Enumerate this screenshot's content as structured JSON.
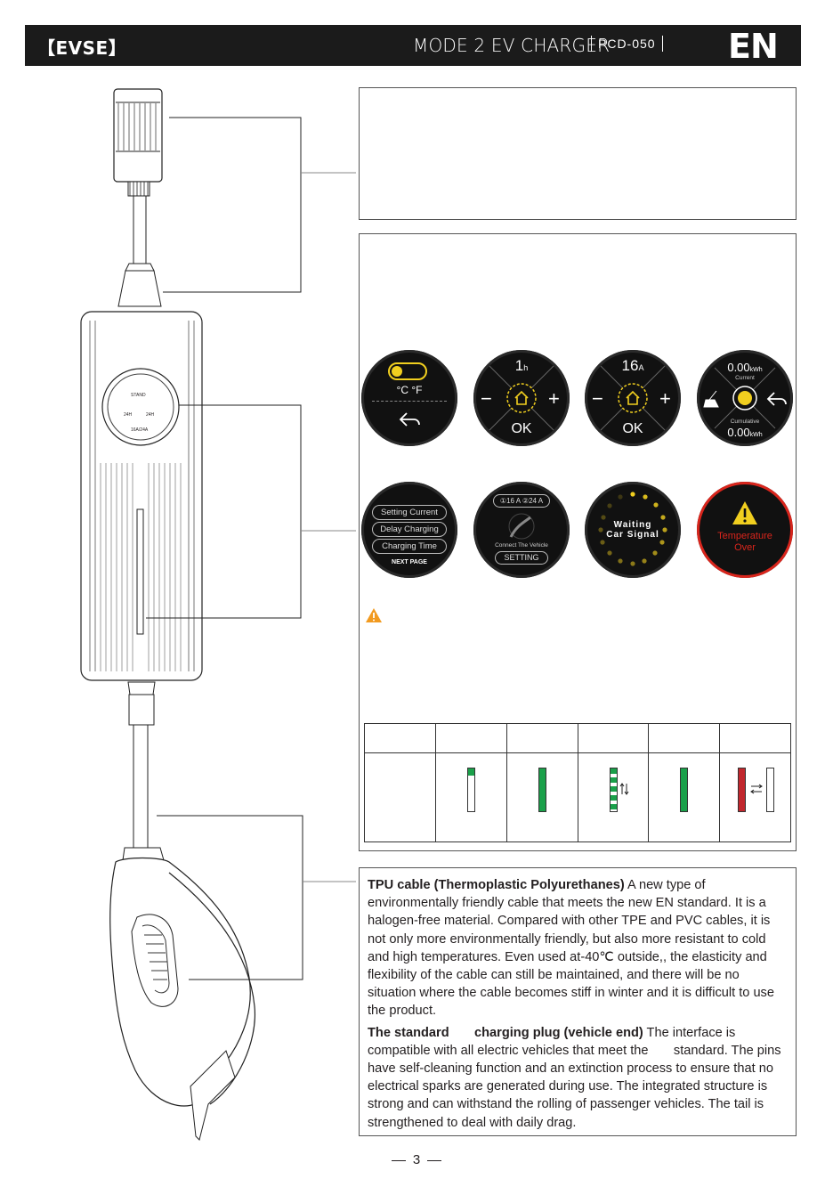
{
  "header": {
    "brand": "【EVSE】",
    "title": "MODE 2 EV CHARGER",
    "model": "PCD-050",
    "language": "EN"
  },
  "controller": {
    "button_top": "STAND",
    "button_left": "24H",
    "button_right": "24H",
    "button_bottom": "16A/24A"
  },
  "screens": {
    "s1": {
      "toggle_label": "°C   °F"
    },
    "s2": {
      "value": "1",
      "unit": "h",
      "minus": "−",
      "plus": "+",
      "ok": "OK"
    },
    "s3": {
      "value": "16",
      "unit": "A",
      "minus": "−",
      "plus": "+",
      "ok": "OK"
    },
    "s4": {
      "top_value": "0.00",
      "top_unit": "kWh",
      "top_label": "Current",
      "bottom_label": "Cumulative",
      "bottom_value": "0.00",
      "bottom_unit": "kWh"
    },
    "s5": {
      "items": [
        "Setting Current",
        "Delay Charging",
        "Charging Time"
      ],
      "footer": "NEXT PAGE"
    },
    "s6": {
      "options": "①16 A  ②24 A",
      "caption": "Connect The Vehicle",
      "button": "SETTING"
    },
    "s7": {
      "line1": "Waiting",
      "line2": "Car Signal"
    },
    "s8": {
      "line1": "Temperature",
      "line2": "Over"
    }
  },
  "colors": {
    "header_bg": "#1b1b1b",
    "accent_yellow": "#f1cf1f",
    "warning_orange": "#f29a1f",
    "indicator_green": "#1aa04a",
    "indicator_red": "#c1272d",
    "alert_red": "#d9251c"
  },
  "icons": [
    "warning-icon",
    "home-icon",
    "back-arrow-icon",
    "broom-icon",
    "plug-hand-icon"
  ],
  "text": {
    "p1_bold": "TPU cable (Thermoplastic Polyurethanes)",
    "p1_rest": " A new type of environmentally friendly cable that meets the new EN standard. It is a halogen-free material. Compared with other TPE and PVC cables, it is not only more environmentally friendly, but also more resistant to cold and high temperatures. Even used at-40℃  outside,, the elasticity and flexibility of the cable can still be maintained, and there will be no situation where the cable becomes stiff in winter and it is difficult to use the product.",
    "p2_bold": "The standard       charging plug (vehicle end)",
    "p2_rest": " The interface is compatible with all electric vehicles that meet the       standard. The pins have self-cleaning function and an extinction process to ensure that no electrical sparks are generated during use. The integrated structure is strong and can withstand the rolling of passenger vehicles. The tail is strengthened to deal with daily drag."
  },
  "page": {
    "number": "3"
  }
}
